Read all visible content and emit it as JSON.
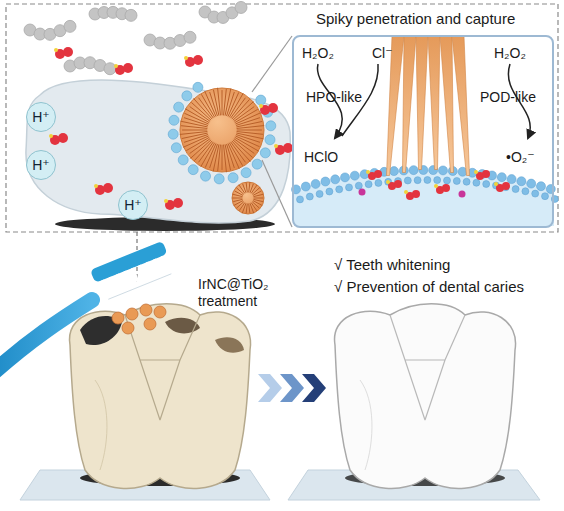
{
  "diagram": {
    "nodes": [
      {
        "text": [
          "H⁺"
        ]
      },
      {
        "text": [
          "H⁺"
        ]
      },
      {
        "text": [
          "H⁺"
        ]
      },
      {
        "text": [
          "H₂O₂",
          "Cl⁻",
          "HPO-like",
          "HClO",
          "H₂O₂",
          "POD-like",
          "•O₂⁻"
        ]
      }
    ],
    "labels": [
      "Spiky penetration and capture",
      "IrNC@TiO₂ treatment",
      "√ Teeth whitening",
      "√ Prevention of dental caries"
    ]
  }
}
